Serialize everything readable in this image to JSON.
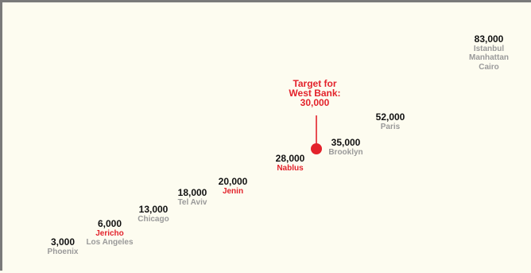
{
  "chart_data": {
    "type": "scatter",
    "title": "",
    "xlabel": "",
    "ylabel": "",
    "points": [
      {
        "value": "3,000",
        "cities": [
          "Phoenix"
        ],
        "highlight": false
      },
      {
        "value": "6,000",
        "cities": [
          "Jericho",
          "Los Angeles"
        ],
        "highlight": false
      },
      {
        "value": "13,000",
        "cities": [
          "Chicago"
        ],
        "highlight": false
      },
      {
        "value": "18,000",
        "cities": [
          "Tel Aviv"
        ],
        "highlight": false
      },
      {
        "value": "20,000",
        "cities": [
          "Jenin"
        ],
        "highlight": false
      },
      {
        "value": "28,000",
        "cities": [
          "Nablus"
        ],
        "highlight": false
      },
      {
        "value": "35,000",
        "cities": [
          "Brooklyn"
        ],
        "highlight": false
      },
      {
        "value": "52,000",
        "cities": [
          "Paris"
        ],
        "highlight": false
      },
      {
        "value": "83,000",
        "cities": [
          "Istanbul",
          "Manhattan",
          "Cairo"
        ],
        "highlight": false
      }
    ],
    "red_cities": [
      "Jericho",
      "Jenin",
      "Nablus"
    ],
    "target": {
      "lines": [
        "Target for",
        "West Bank:",
        "30,000"
      ],
      "value": 30000
    },
    "colors": {
      "background": "#fdfcf0",
      "value_text": "#111111",
      "city_text": "#9a9a9a",
      "highlight": "#e3222b",
      "frame": "#7a7a7a"
    }
  }
}
